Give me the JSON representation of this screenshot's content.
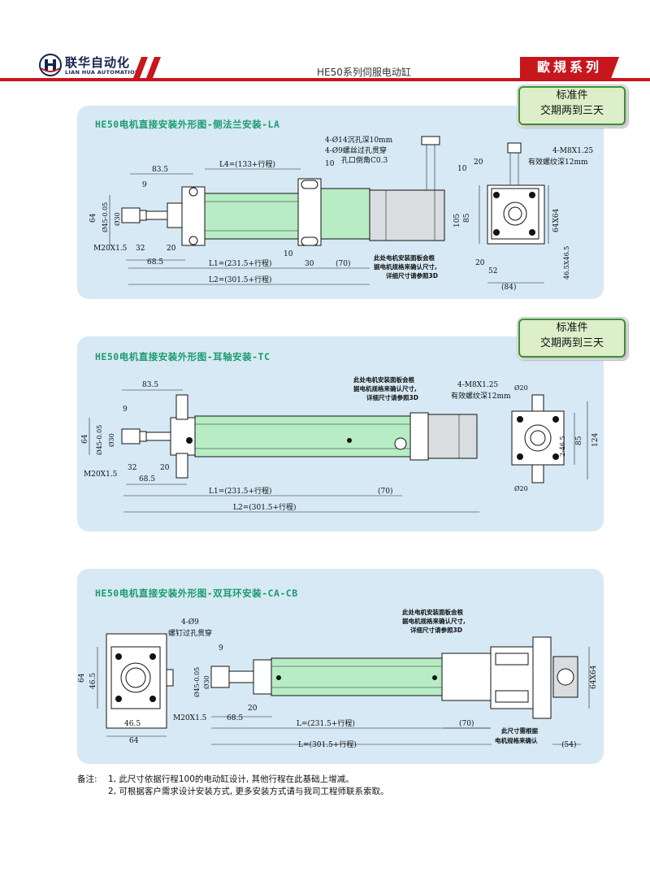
{
  "header": {
    "logo_cn": "联华自动化",
    "logo_en": "LIAN HUA AUTOMATION",
    "title": "HE50系列伺服电动缸",
    "series": "歐規系列",
    "colors": {
      "red": "#c8161d",
      "navy": "#12244f",
      "green_title": "#1e9b6c",
      "panel_bg": "#d6e9f5"
    }
  },
  "stamp": {
    "line1": "标准件",
    "line2": "交期两到三天"
  },
  "panel1": {
    "title": "HE50电机直接安装外形图-侧法兰安装-LA",
    "dims": {
      "d83_5": "83.5",
      "d9": "9",
      "l4": "L4=(133+行程)",
      "d10a": "10",
      "d64": "64",
      "d45": "Ø45-0.05",
      "d30": "Ø30",
      "m20": "M20X1.5",
      "d32": "32",
      "d20a": "20",
      "d68_5": "68.5",
      "l1": "L1=(231.5+行程)",
      "l2": "L2=(301.5+行程)",
      "d10b": "10",
      "d30b": "30",
      "d70": "(70)",
      "d20b": "20",
      "d10c": "10",
      "d105": "105",
      "d85": "85",
      "d20c": "20",
      "d52": "52",
      "d84": "(84)",
      "d64x64": "64X64",
      "d46_5": "46.5X46.5"
    },
    "notes": {
      "hole1": "4-Ø14沉孔深10mm",
      "hole2": "4-Ø9螺丝过孔贯穿",
      "hole3": "孔口倒角C0.3",
      "m8": "4-M8X1.25",
      "m8_depth": "有效螺纹深12mm",
      "motor1": "此处电机安装面板会根",
      "motor2": "据电机规格来确认尺寸,",
      "motor3": "详细尺寸请参照3D"
    }
  },
  "panel2": {
    "title": "HE50电机直接安装外形图-耳轴安装-TC",
    "dims": {
      "d83_5": "83.5",
      "d9": "9",
      "d64": "64",
      "d45": "Ø45-0.05",
      "d30": "Ø30",
      "m20": "M20X1.5",
      "d32": "32",
      "d20a": "20",
      "d68_5": "68.5",
      "l1": "L1=(231.5+行程)",
      "l2": "L2=(301.5+行程)",
      "d70": "(70)",
      "d20top": "Ø20",
      "d20bot": "Ø20",
      "d2_46": "2-46.5",
      "d85": "85",
      "d124": "124"
    },
    "notes": {
      "m8": "4-M8X1.25",
      "m8_depth": "有效螺纹深12mm",
      "motor1": "此处电机安装面板会根",
      "motor2": "据电机规格来确认尺寸,",
      "motor3": "详细尺寸请参照3D"
    }
  },
  "panel3": {
    "title": "HE50电机直接安装外形图-双耳环安装-CA-CB",
    "dims": {
      "d64a": "64",
      "d46_5a": "46.5",
      "d46_5b": "46.5",
      "d64b": "64",
      "d9": "9",
      "d45": "Ø45-0.05",
      "d30": "Ø30",
      "m20": "M20X1.5",
      "d68_5": "68.5",
      "d20": "20",
      "l1": "L=(231.5+行程)",
      "l2": "L=(301.5+行程)",
      "d70": "(70)",
      "d54": "(54)",
      "d64x64": "64X64"
    },
    "notes": {
      "hole1": "4-Ø9",
      "hole2": "螺钉过孔贯穿",
      "motor1": "此处电机安装面板会根",
      "motor2": "据电机规格来确认尺寸,",
      "motor3": "详细尺寸请参照3D",
      "size1": "此尺寸需根据",
      "size2": "电机规格来确认"
    }
  },
  "footer": {
    "lead": "备注:",
    "note1": "1, 此尺寸依据行程100的电动缸设计, 其他行程在此基础上增减。",
    "note2": "2, 可根据客户需求设计安装方式, 更多安装方式请与我司工程师联系索取。"
  }
}
